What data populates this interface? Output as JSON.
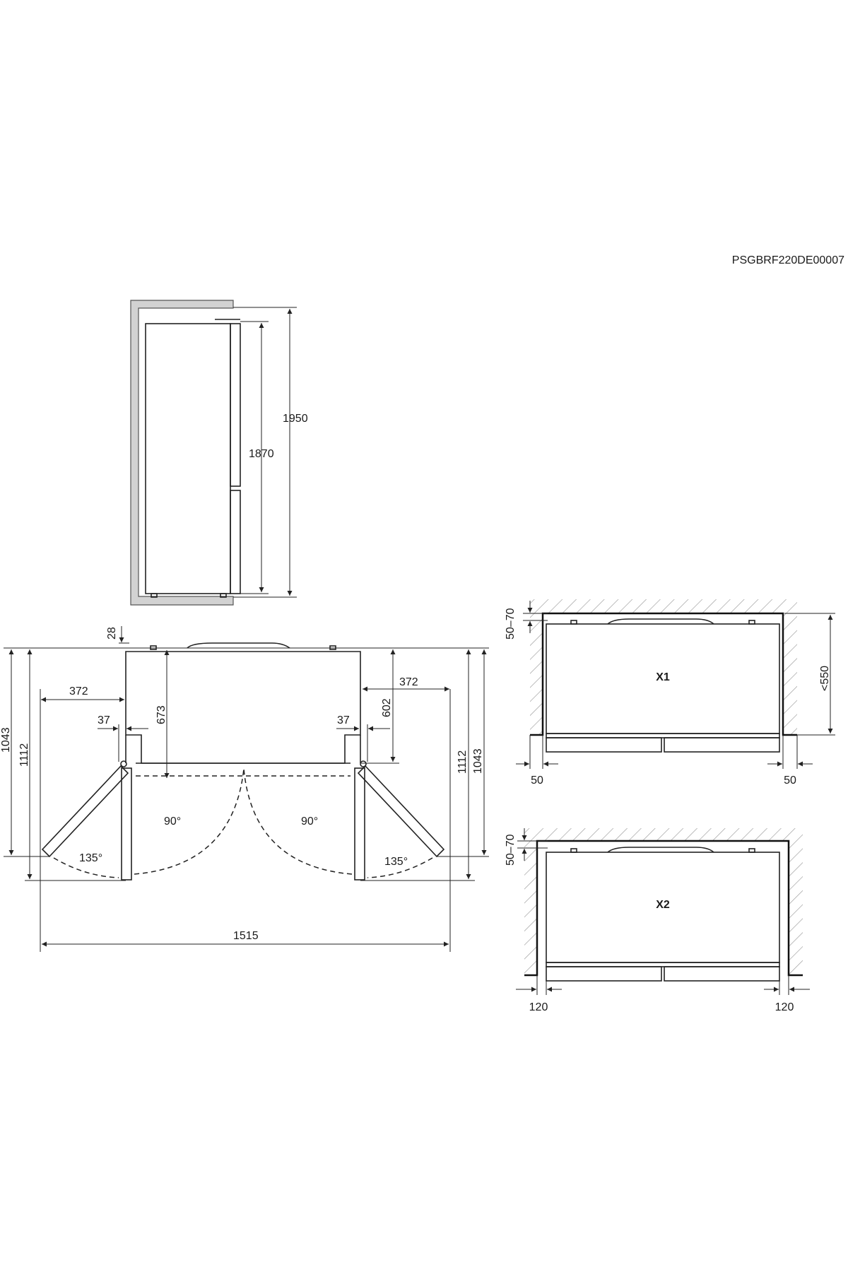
{
  "drawing_code": "PSGBRF220DE00007",
  "side_view": {
    "overall_height": "1950",
    "body_height": "1870"
  },
  "top_view": {
    "top_offset": "28",
    "left_swing": "372",
    "right_swing": "372",
    "left_hinge_gap": "37",
    "right_hinge_gap": "37",
    "depth_to_door_left": "673",
    "depth_to_door_right": "602",
    "left_depth_outer": "1043",
    "left_depth_inner": "1112",
    "right_depth_inner": "1112",
    "right_depth_outer": "1043",
    "left_angle_90": "90°",
    "right_angle_90": "90°",
    "left_angle_135": "135°",
    "right_angle_135": "135°",
    "total_width": "1515"
  },
  "installation_x1": {
    "label": "X1",
    "top_gap": "50–70",
    "max_depth": "<550",
    "left_clearance": "50",
    "right_clearance": "50"
  },
  "installation_x2": {
    "label": "X2",
    "top_gap": "50–70",
    "left_clearance": "120",
    "right_clearance": "120"
  },
  "colors": {
    "line": "#222222",
    "wall_fill": "#d2d2d2"
  }
}
